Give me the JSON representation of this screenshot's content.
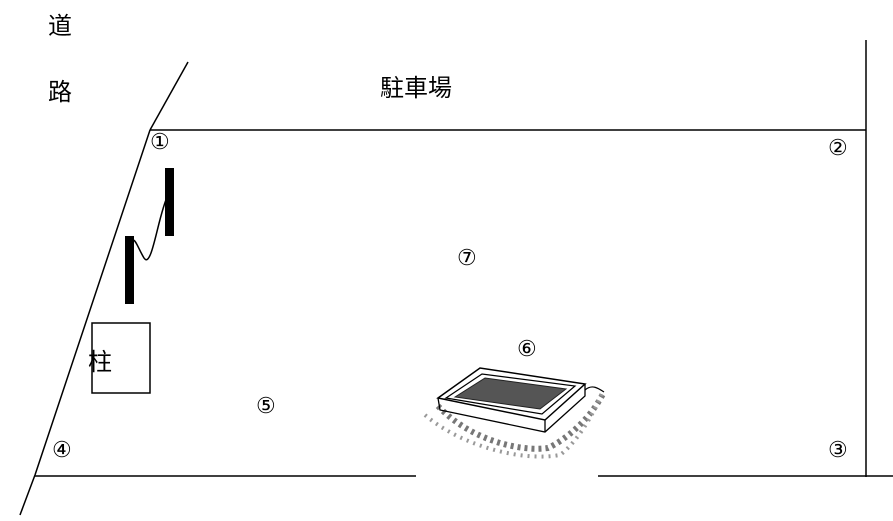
{
  "labels": {
    "road_char_1": "道",
    "road_char_2": "路",
    "parking": "駐車場",
    "pillar": "柱"
  },
  "markers": {
    "m1": "①",
    "m2": "②",
    "m3": "③",
    "m4": "④",
    "m5": "⑤",
    "m6": "⑥",
    "m7": "⑦"
  },
  "colors": {
    "ink": "#000000",
    "background": "#ffffff",
    "planter_shadow": "#555555"
  },
  "icons": {
    "planter": "planter-box-icon"
  }
}
